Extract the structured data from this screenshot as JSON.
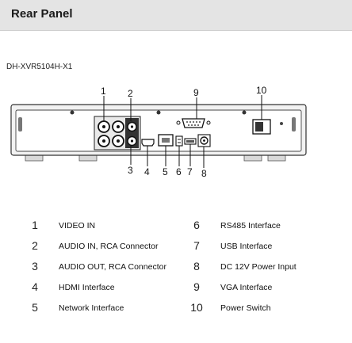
{
  "header": {
    "title": "Rear Panel"
  },
  "model": "DH-XVR5104H-X1",
  "callouts": [
    "1",
    "2",
    "3",
    "4",
    "5",
    "6",
    "7",
    "8",
    "9",
    "10"
  ],
  "legend": [
    {
      "num": "1",
      "label": "VIDEO IN"
    },
    {
      "num": "2",
      "label": "AUDIO IN, RCA Connector"
    },
    {
      "num": "3",
      "label": "AUDIO OUT, RCA Connector"
    },
    {
      "num": "4",
      "label": "HDMI Interface"
    },
    {
      "num": "5",
      "label": "Network Interface"
    },
    {
      "num": "6",
      "label": "RS485 Interface"
    },
    {
      "num": "7",
      "label": "USB Interface"
    },
    {
      "num": "8",
      "label": "DC 12V Power Input"
    },
    {
      "num": "9",
      "label": "VGA Interface"
    },
    {
      "num": "10",
      "label": "Power Switch"
    }
  ]
}
